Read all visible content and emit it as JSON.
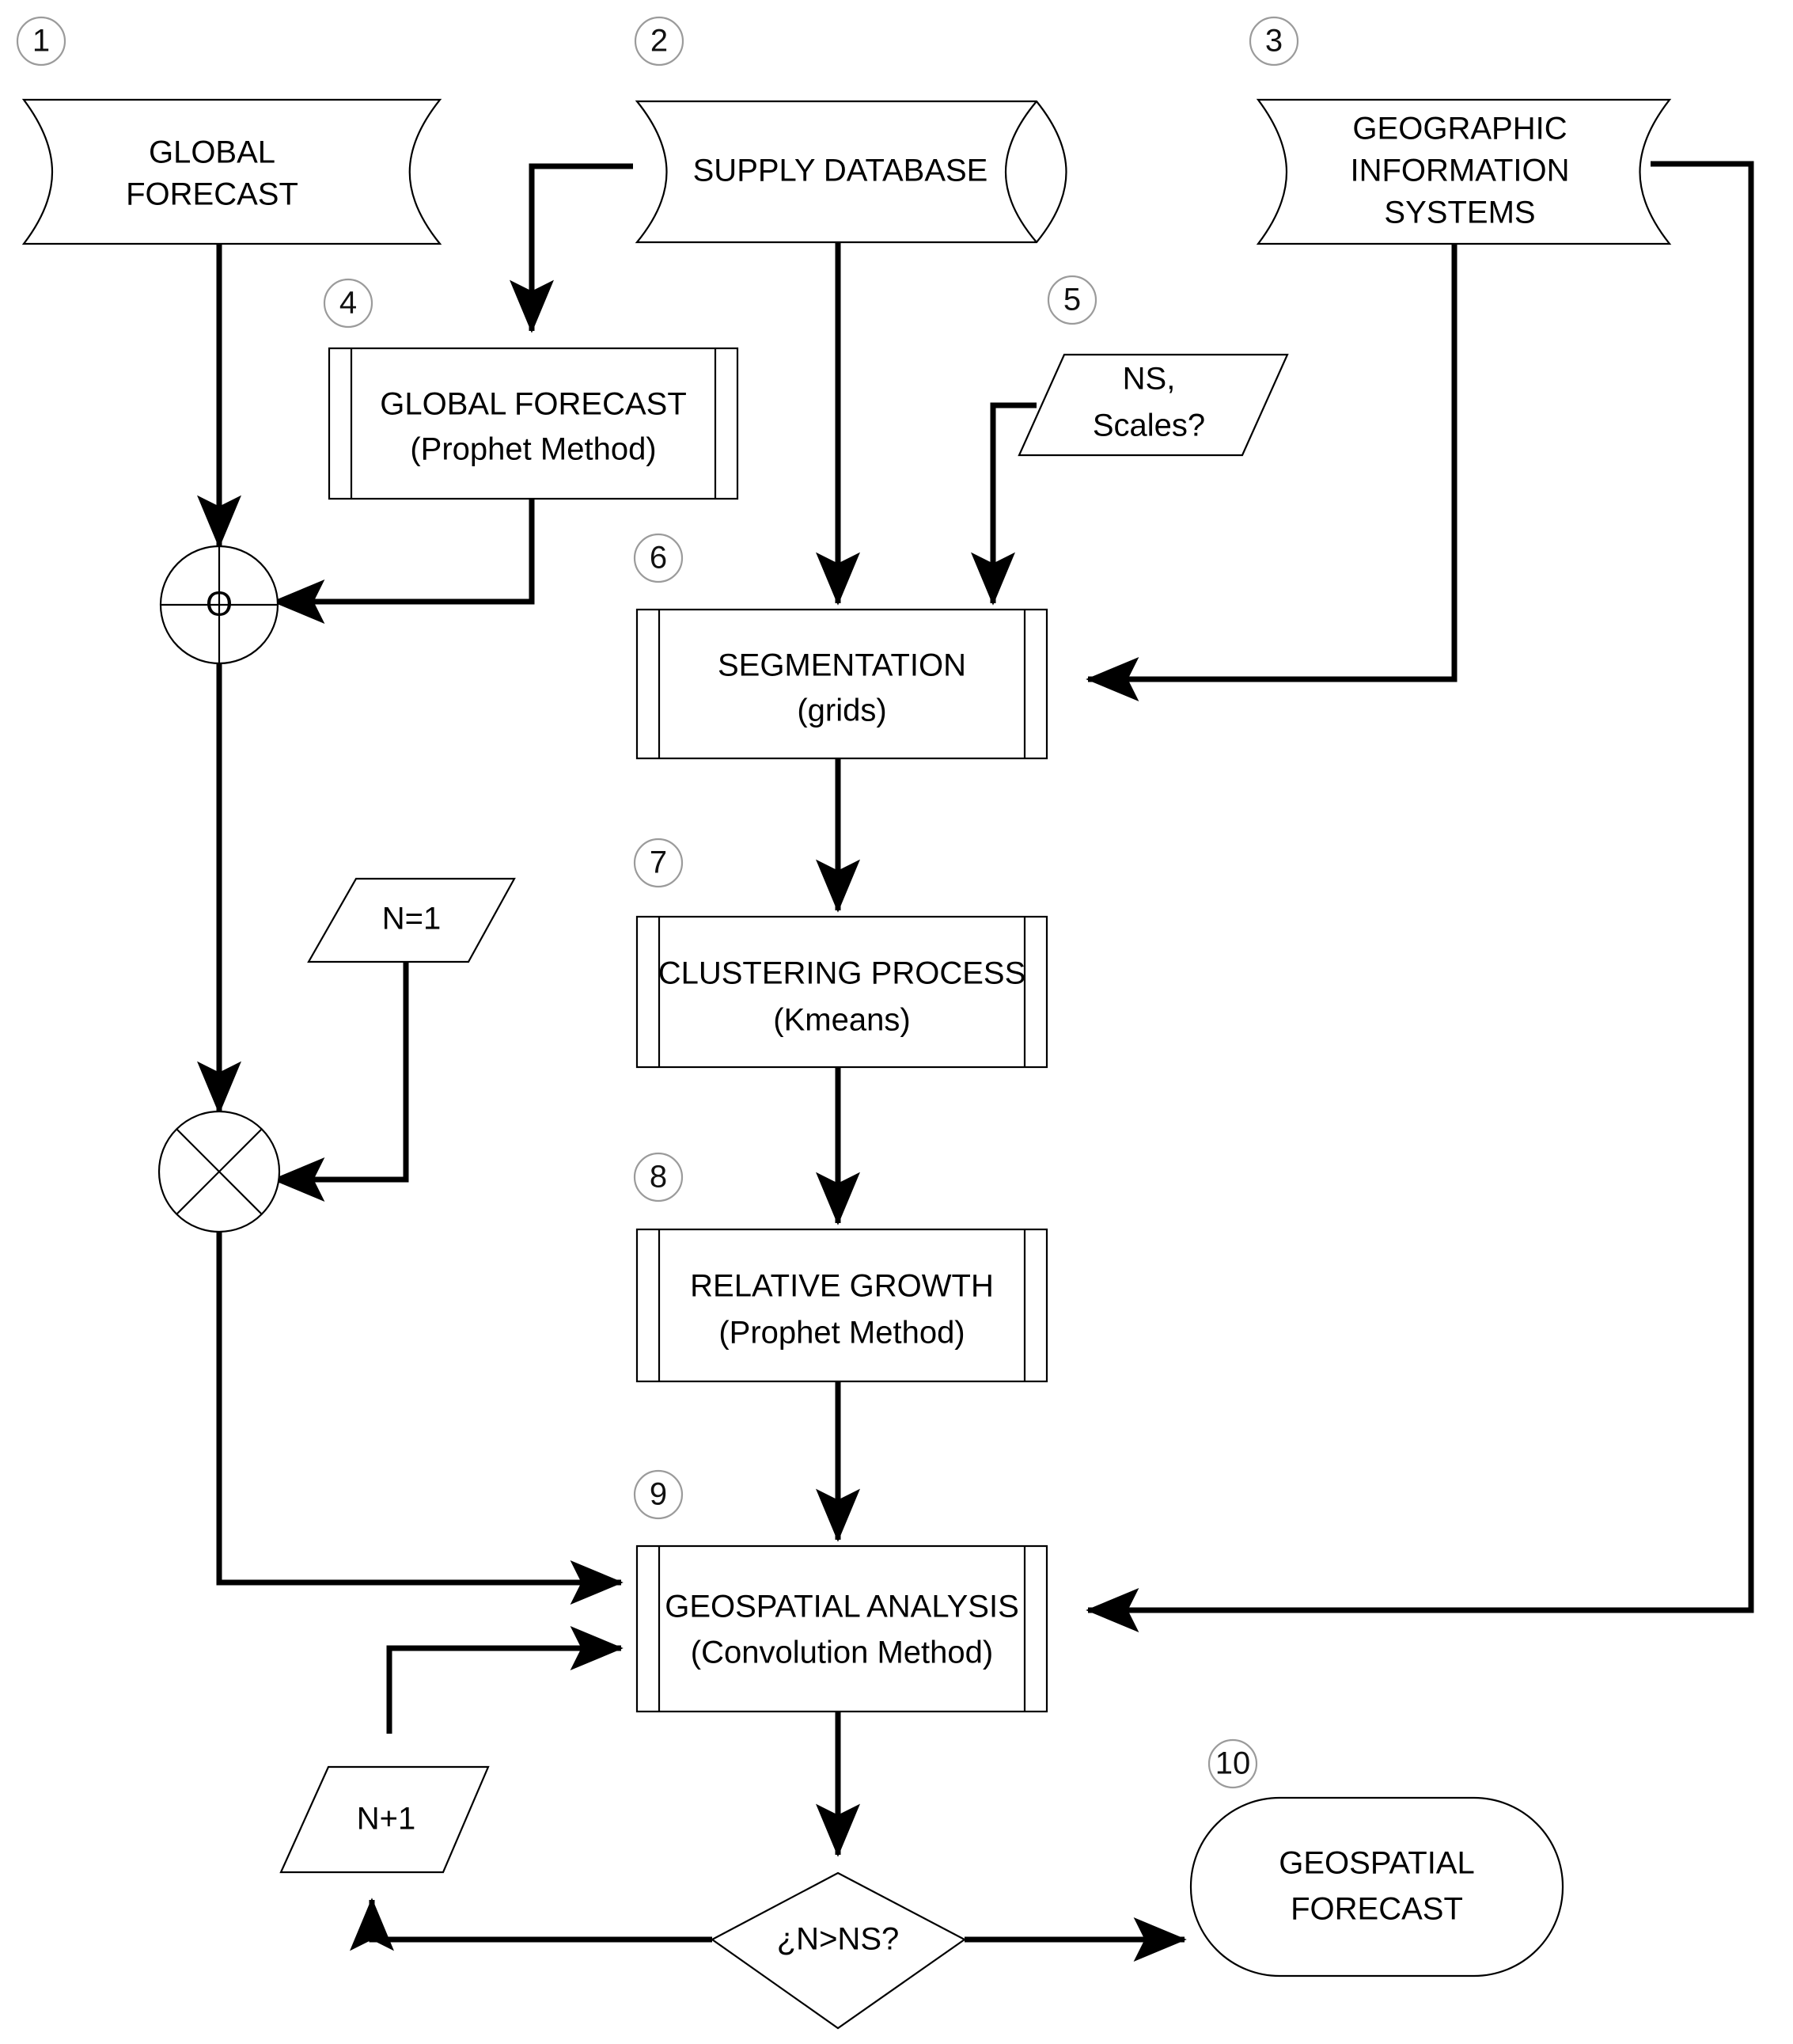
{
  "diagram": {
    "title": "Geospatial Forecasting Methodology Flowchart",
    "background_color": "#ffffff",
    "line_color": "#000000",
    "number_badge_border_color": "#9b9b9b"
  },
  "nodes": [
    {
      "id": 1,
      "number": "1",
      "shape": "database-cylinder-vertical",
      "lines": [
        "GLOBAL",
        "FORECAST"
      ]
    },
    {
      "id": 2,
      "number": "2",
      "shape": "database-cylinder-horizontal",
      "lines": [
        "SUPPLY DATABASE"
      ]
    },
    {
      "id": 3,
      "number": "3",
      "shape": "database-cylinder-vertical",
      "lines": [
        "GEOGRAPHIC",
        "INFORMATION",
        "SYSTEMS"
      ]
    },
    {
      "id": 4,
      "number": "4",
      "shape": "predefined-process",
      "lines": [
        "GLOBAL FORECAST",
        "(Prophet Method)"
      ]
    },
    {
      "id": 5,
      "number": "5",
      "shape": "parallelogram",
      "lines": [
        "NS,",
        "Scales?"
      ]
    },
    {
      "id": 6,
      "number": "6",
      "shape": "predefined-process",
      "lines": [
        "SEGMENTATION",
        "(grids)"
      ]
    },
    {
      "id": 7,
      "number": "7",
      "shape": "predefined-process",
      "lines": [
        "CLUSTERING PROCESS",
        "(Kmeans)"
      ]
    },
    {
      "id": 8,
      "number": "8",
      "shape": "predefined-process",
      "lines": [
        "RELATIVE GROWTH",
        "(Prophet Method)"
      ]
    },
    {
      "id": 9,
      "number": "9",
      "shape": "predefined-process",
      "lines": [
        "GEOSPATIAL ANALYSIS",
        "(Convolution Method)"
      ]
    },
    {
      "id": 10,
      "number": "10",
      "shape": "terminator-rounded",
      "lines": [
        "GEOSPATIAL",
        "FORECAST"
      ]
    },
    {
      "id": 11,
      "number": "",
      "shape": "junction-circle-plus",
      "lines": [
        "O"
      ]
    },
    {
      "id": 12,
      "number": "",
      "shape": "junction-circle-cross",
      "lines": []
    },
    {
      "id": 13,
      "number": "",
      "shape": "parallelogram",
      "lines": [
        "N=1"
      ]
    },
    {
      "id": 14,
      "number": "",
      "shape": "parallelogram",
      "lines": [
        "N+1"
      ]
    },
    {
      "id": 15,
      "number": "",
      "shape": "decision-diamond",
      "lines": [
        "¿N>NS?"
      ]
    }
  ],
  "labels": {
    "n1": "GLOBAL",
    "n1b": "FORECAST",
    "n2": "SUPPLY DATABASE",
    "n3a": "GEOGRAPHIC",
    "n3b": "INFORMATION",
    "n3c": "SYSTEMS",
    "n4a": "GLOBAL FORECAST",
    "n4b": "(Prophet Method)",
    "n5a": "NS,",
    "n5b": "Scales?",
    "n6a": "SEGMENTATION",
    "n6b": "(grids)",
    "n7a": "CLUSTERING PROCESS",
    "n7b": "(Kmeans)",
    "n8a": "RELATIVE GROWTH",
    "n8b": "(Prophet Method)",
    "n9a": "GEOSPATIAL ANALYSIS",
    "n9b": "(Convolution Method)",
    "n10a": "GEOSPATIAL",
    "n10b": "FORECAST",
    "junction_o": "O",
    "n_init": "N=1",
    "n_incr": "N+1",
    "decision": "¿N>NS?"
  },
  "badges": {
    "b1": "1",
    "b2": "2",
    "b3": "3",
    "b4": "4",
    "b5": "5",
    "b6": "6",
    "b7": "7",
    "b8": "8",
    "b9": "9",
    "b10": "10"
  },
  "edges": [
    {
      "from": "2",
      "to": "4",
      "style": "orthogonal"
    },
    {
      "from": "2",
      "to": "6",
      "style": "straight-down"
    },
    {
      "from": "1",
      "to": "11",
      "style": "straight-down"
    },
    {
      "from": "4",
      "to": "11",
      "style": "orthogonal"
    },
    {
      "from": "5",
      "to": "6",
      "style": "orthogonal"
    },
    {
      "from": "3",
      "to": "6",
      "style": "orthogonal"
    },
    {
      "from": "3",
      "to": "9",
      "style": "orthogonal-right"
    },
    {
      "from": "6",
      "to": "7",
      "style": "straight-down"
    },
    {
      "from": "7",
      "to": "8",
      "style": "straight-down"
    },
    {
      "from": "8",
      "to": "9",
      "style": "straight-down"
    },
    {
      "from": "11",
      "to": "12",
      "style": "straight-down"
    },
    {
      "from": "13",
      "to": "12",
      "style": "orthogonal"
    },
    {
      "from": "12",
      "to": "9",
      "style": "orthogonal"
    },
    {
      "from": "14",
      "to": "9",
      "style": "orthogonal"
    },
    {
      "from": "9",
      "to": "15",
      "style": "straight-down"
    },
    {
      "from": "15",
      "to": "14",
      "style": "orthogonal-left"
    },
    {
      "from": "15",
      "to": "10",
      "style": "straight-right"
    }
  ]
}
